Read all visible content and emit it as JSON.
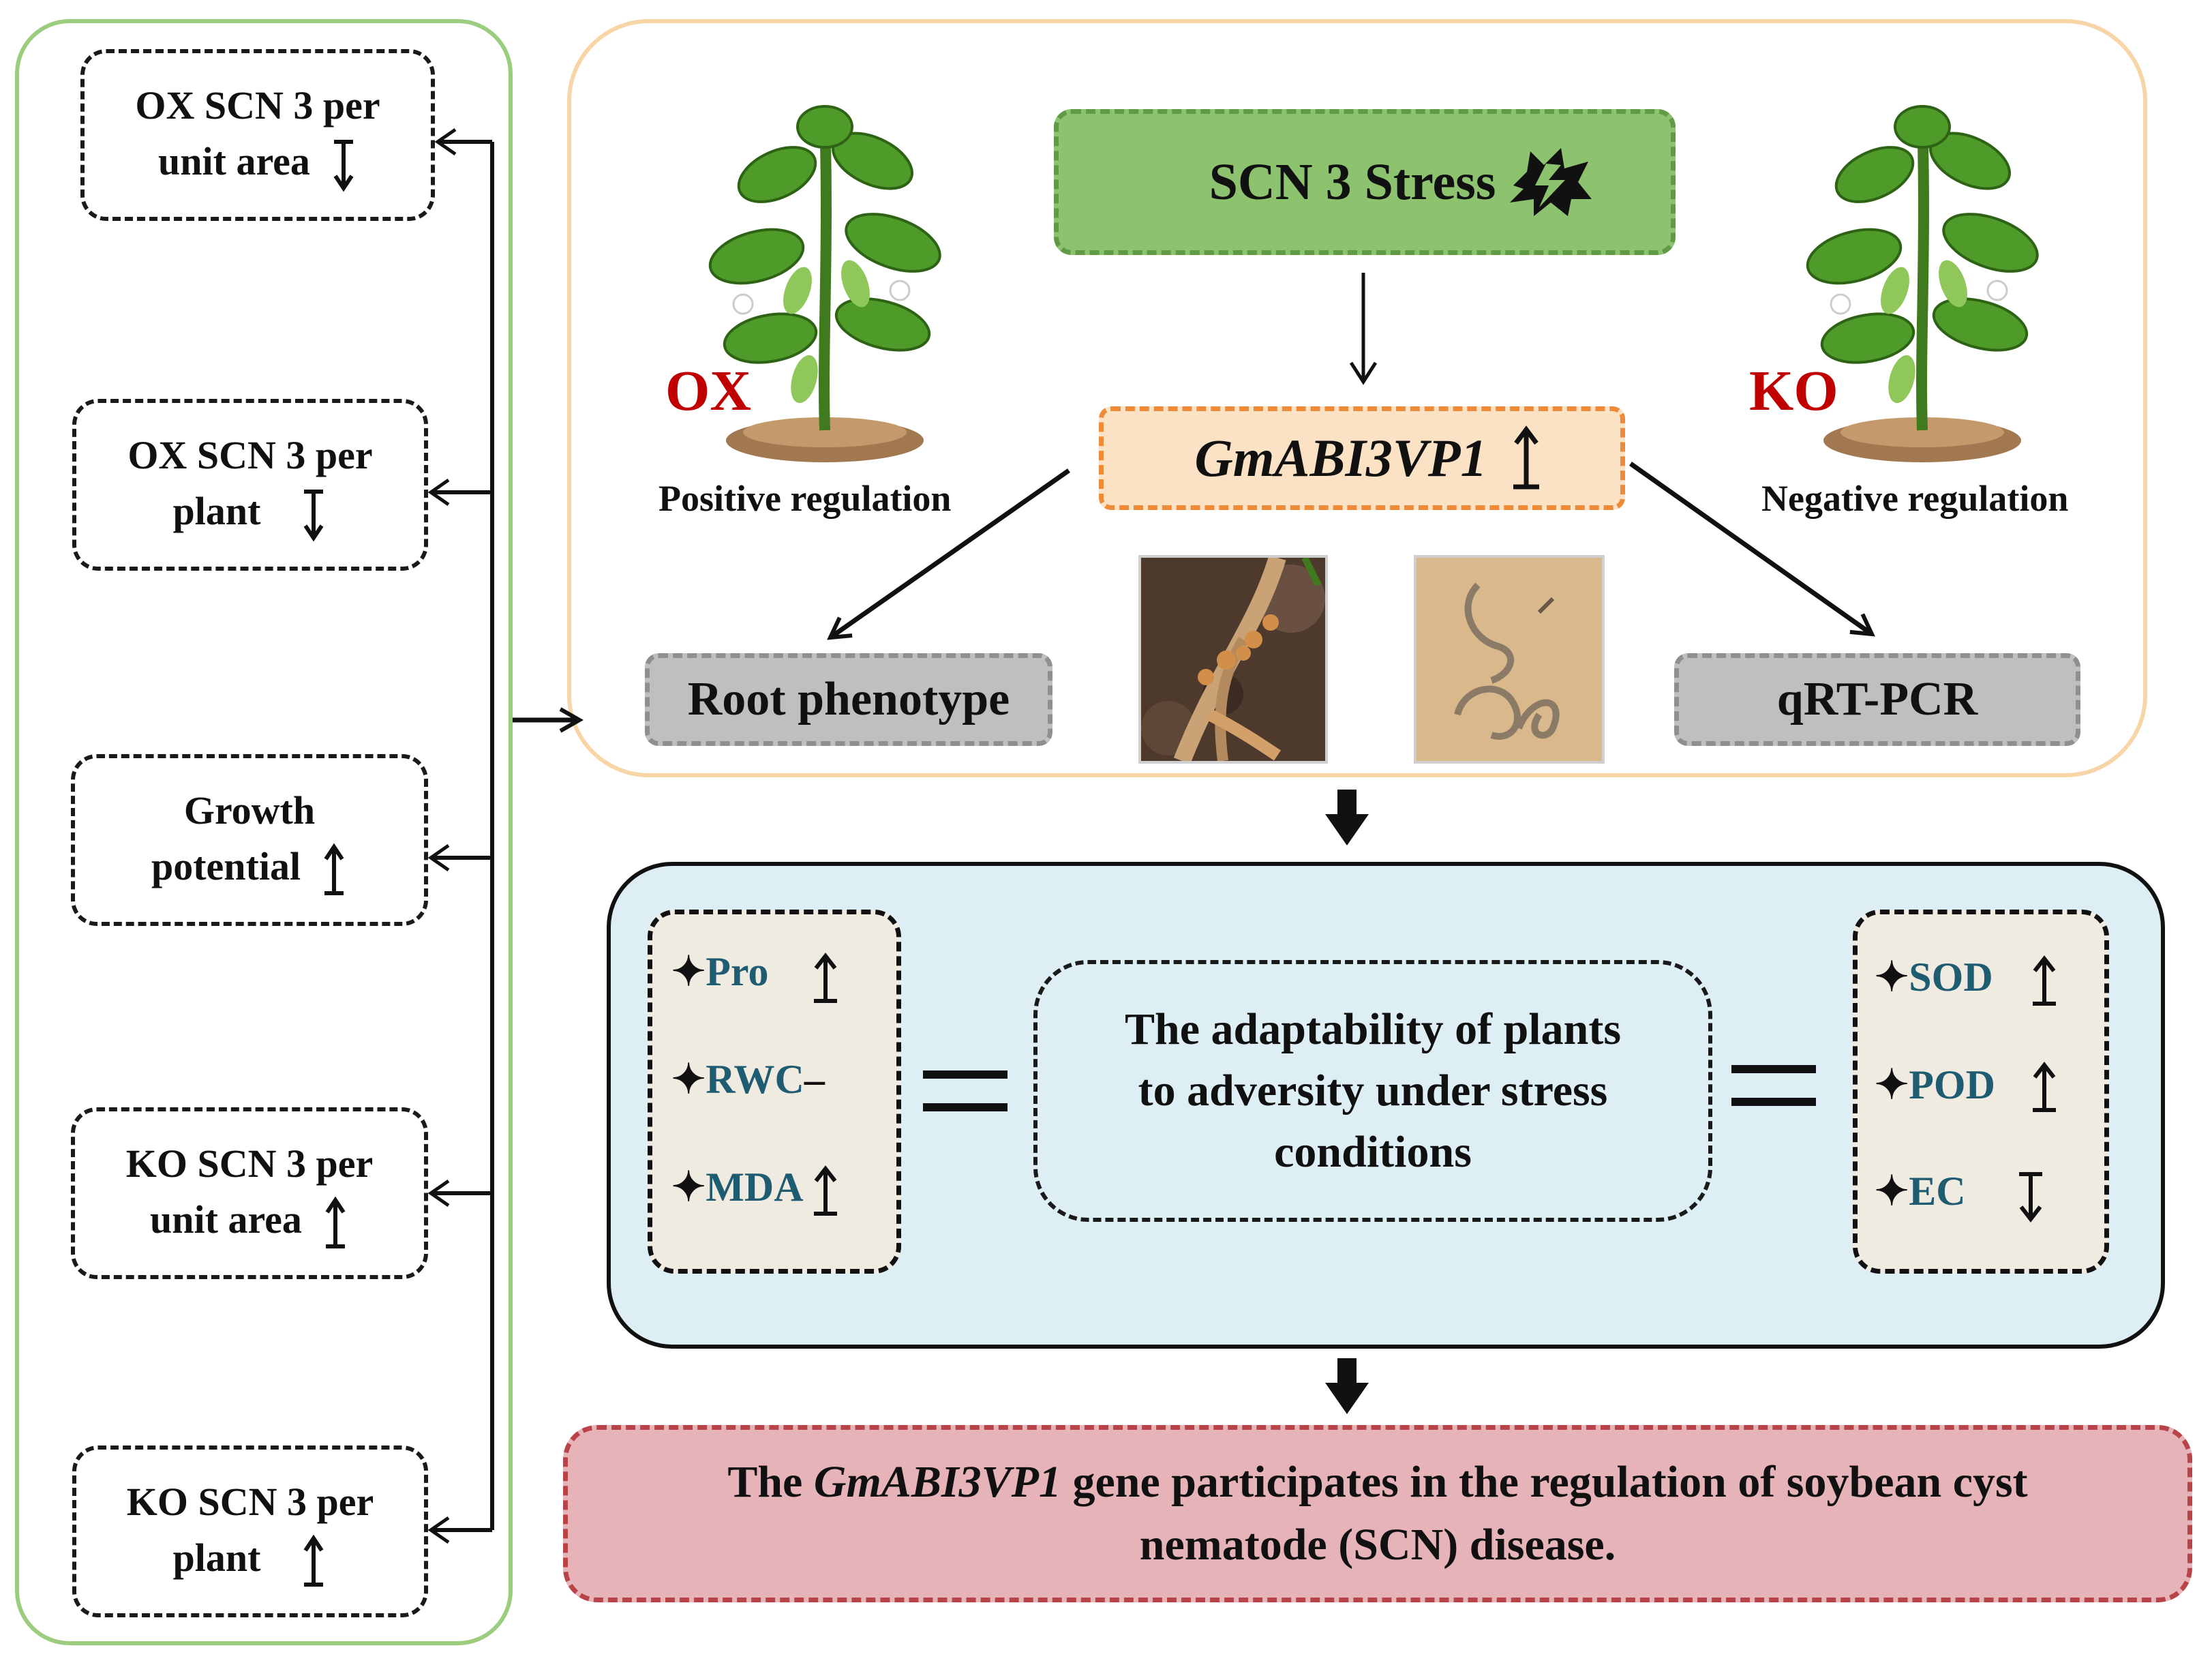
{
  "left_panel": {
    "items": [
      {
        "line1": "OX  SCN 3 per",
        "line2": "unit area",
        "trend": "down"
      },
      {
        "line1": "OX SCN 3 per",
        "line2": "plant",
        "trend": "down"
      },
      {
        "line1": "Growth",
        "line2": "potential",
        "trend": "up"
      },
      {
        "line1": "KO  SCN 3 per",
        "line2": "unit area",
        "trend": "up"
      },
      {
        "line1": "KO SCN 3 per",
        "line2": "plant",
        "trend": "up"
      }
    ]
  },
  "top_panel": {
    "stress_label": "SCN 3 Stress",
    "gene_label": "GmABI3VP1",
    "gene_trend": "up",
    "ox_label": "OX",
    "ko_label": "KO",
    "positive_label": "Positive regulation",
    "negative_label": "Negative regulation",
    "root_phenotype": "Root phenotype",
    "qrtpcr": "qRT-PCR"
  },
  "middle_panel": {
    "left_indicators": [
      {
        "name": "Pro",
        "trend": "up"
      },
      {
        "name": "RWC",
        "trend": "none",
        "suffix": "–"
      },
      {
        "name": "MDA",
        "trend": "up"
      }
    ],
    "center_text": [
      "The adaptability  of plants",
      "to adversity under stress",
      "conditions"
    ],
    "right_indicators": [
      {
        "name": "SOD",
        "trend": "up"
      },
      {
        "name": "POD",
        "trend": "up"
      },
      {
        "name": "EC",
        "trend": "down"
      }
    ],
    "bullet": "✦"
  },
  "conclusion": {
    "prefix": "The ",
    "gene": "GmABI3VP1",
    "rest_line1": " gene participates  in the regulation of soybean cyst",
    "line2": "nematode (SCN) disease."
  },
  "colors": {
    "left_border": "#9ccc7e",
    "top_border": "#f7d5a6",
    "stress_fill": "#8dc26f",
    "gene_fill": "#fce2c5",
    "gene_border": "#ee8b38",
    "gray_fill": "#bfbfbf",
    "middle_fill": "#ddeef5",
    "indicator_fill": "#efebe1",
    "conclusion_fill": "#e6b4b8",
    "conclusion_border": "#b84449",
    "red": "#c00000",
    "teal": "#1f5c72"
  }
}
